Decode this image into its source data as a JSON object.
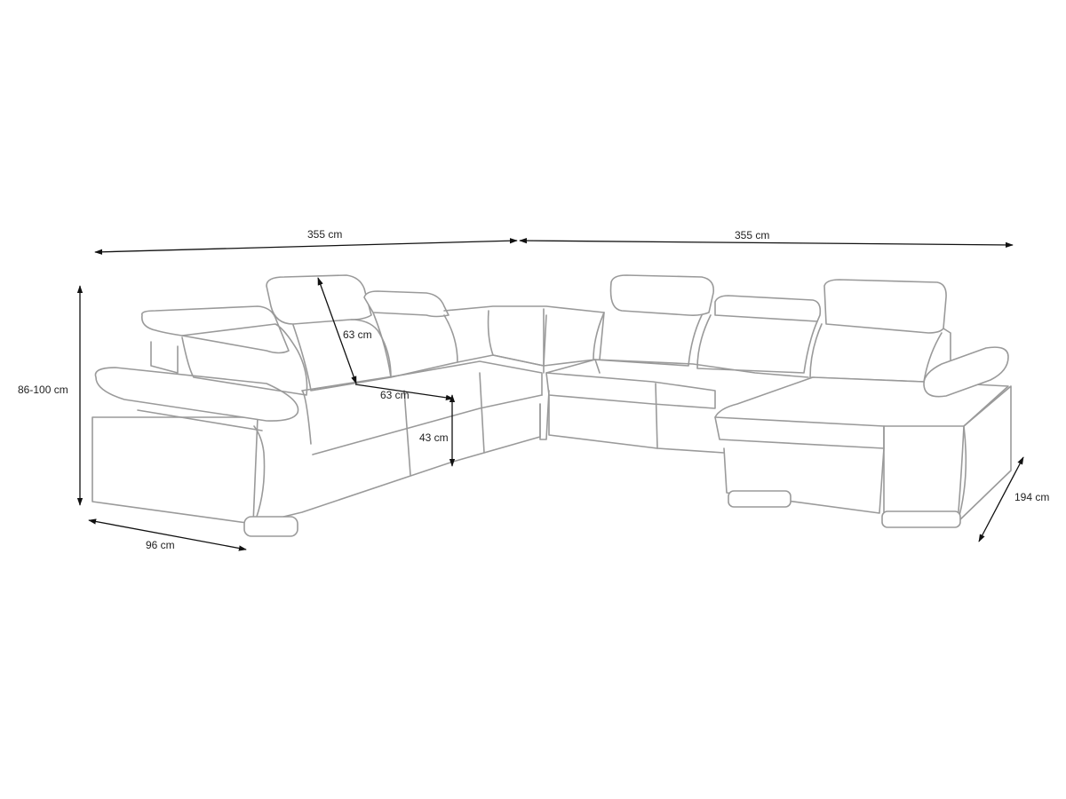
{
  "dimensions": {
    "top_left_width": "355 cm",
    "top_right_width": "355 cm",
    "height": "86-100 cm",
    "depth_left": "96 cm",
    "chaise_depth": "194 cm",
    "backrest_height": "63 cm",
    "seat_depth": "63 cm",
    "seat_height": "43 cm"
  }
}
